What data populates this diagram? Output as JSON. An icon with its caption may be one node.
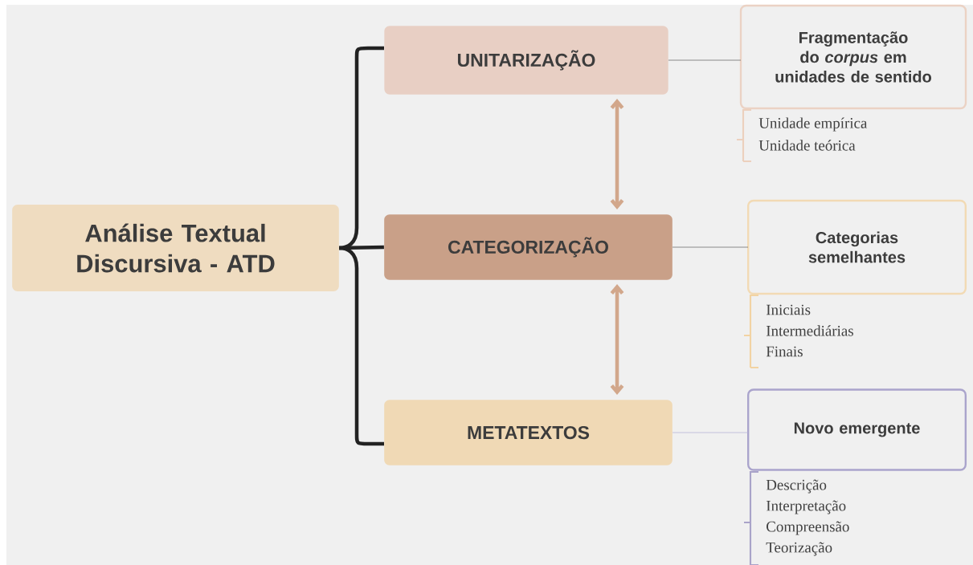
{
  "diagram": {
    "nodes": [
      {
        "text": [
          "Análise Textual Discursiva - ATD"
        ]
      },
      {
        "text": [
          "UNITARIZAÇÃO"
        ]
      },
      {
        "text": [
          "CATEGORIZAÇÃO"
        ]
      },
      {
        "text": [
          "METATEXTOS"
        ]
      },
      {
        "text": [
          "Fragmentação do *corpus* em unidades de sentido"
        ],
        "beside": [
          "Unidade empírica",
          "Unidade teórica"
        ]
      },
      {
        "text": [
          "Categorias semelhantes"
        ],
        "beside": [
          "Iniciais",
          "Intermediárias",
          "Finais"
        ]
      },
      {
        "text": [
          "Novo emergente"
        ],
        "beside": [
          "Descrição",
          "Interpretação",
          "Compreensão",
          "Teorização"
        ]
      }
    ],
    "edges": [
      {
        "from": 0,
        "to": 1,
        "arrow": "none",
        "color": "#222222"
      },
      {
        "from": 0,
        "to": 2,
        "arrow": "none",
        "color": "#222222"
      },
      {
        "from": 0,
        "to": 3,
        "arrow": "none",
        "color": "#222222"
      },
      {
        "from": 1,
        "to": 2,
        "arrow": "both",
        "color": "#d2a78b"
      },
      {
        "from": 2,
        "to": 3,
        "arrow": "both",
        "color": "#d2a78b"
      },
      {
        "from": 1,
        "to": 4,
        "arrow": "none",
        "color": "#6f6f6f"
      },
      {
        "from": 2,
        "to": 5,
        "arrow": "none",
        "color": "#6f6f6f"
      },
      {
        "from": 3,
        "to": 6,
        "arrow": "none",
        "color": "#b8b4d6"
      }
    ]
  }
}
